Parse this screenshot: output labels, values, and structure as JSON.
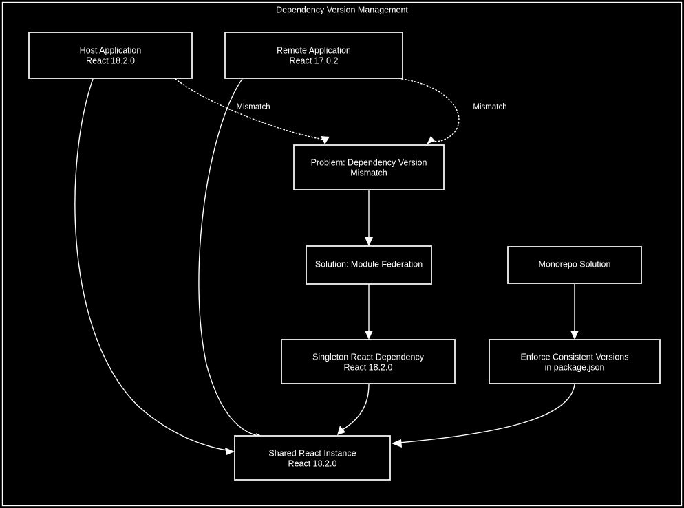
{
  "diagram": {
    "title": "Dependency Version Management",
    "background_color": "#000000",
    "stroke_color": "#ffffff",
    "type": "flowchart",
    "nodes": [
      {
        "id": "host",
        "line1": "Host Application",
        "line2": "React 18.2.0"
      },
      {
        "id": "remote",
        "line1": "Remote Application",
        "line2": "React 17.0.2"
      },
      {
        "id": "problem",
        "line1": "Problem: Dependency Version",
        "line2": "Mismatch"
      },
      {
        "id": "solution",
        "line1": "Solution: Module Federation",
        "line2": ""
      },
      {
        "id": "monorepo",
        "line1": "Monorepo Solution",
        "line2": ""
      },
      {
        "id": "singleton",
        "line1": "Singleton React Dependency",
        "line2": "React 18.2.0"
      },
      {
        "id": "enforce",
        "line1": "Enforce Consistent Versions",
        "line2": "in package.json"
      },
      {
        "id": "shared",
        "line1": "Shared React Instance",
        "line2": "React 18.2.0"
      }
    ],
    "edges": [
      {
        "id": "host-problem",
        "from": "host",
        "to": "problem",
        "label": "Mismatch",
        "style": "dotted"
      },
      {
        "id": "remote-problem",
        "from": "remote",
        "to": "problem",
        "label": "Mismatch",
        "style": "dotted"
      },
      {
        "id": "problem-solution",
        "from": "problem",
        "to": "solution",
        "label": "",
        "style": "solid"
      },
      {
        "id": "solution-singleton",
        "from": "solution",
        "to": "singleton",
        "label": "",
        "style": "solid"
      },
      {
        "id": "monorepo-enforce",
        "from": "monorepo",
        "to": "enforce",
        "label": "",
        "style": "solid"
      },
      {
        "id": "singleton-shared",
        "from": "singleton",
        "to": "shared",
        "label": "",
        "style": "solid"
      },
      {
        "id": "enforce-shared",
        "from": "enforce",
        "to": "shared",
        "label": "",
        "style": "solid"
      },
      {
        "id": "host-shared",
        "from": "host",
        "to": "shared",
        "label": "",
        "style": "solid"
      },
      {
        "id": "remote-shared",
        "from": "remote",
        "to": "shared",
        "label": "",
        "style": "solid"
      }
    ]
  }
}
